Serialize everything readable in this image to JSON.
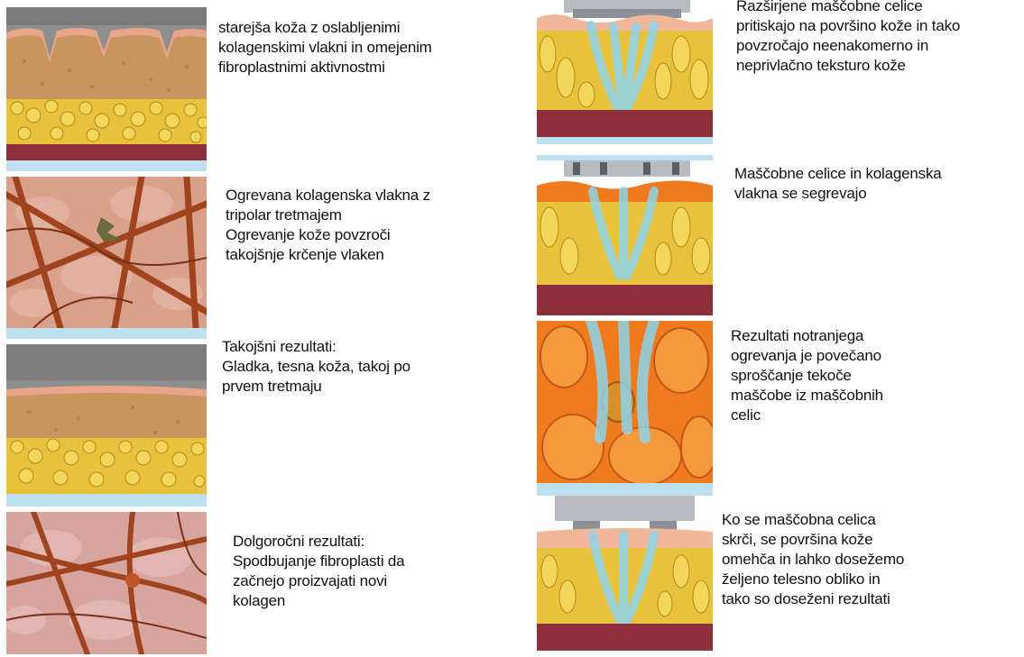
{
  "left_column": [
    {
      "id": "aged-skin",
      "illustration": "aged-skin-cross-section",
      "lines": [
        "starejša koža z oslabljenimi",
        "kolagenskimi vlakni in omejenim",
        "fibroplastnimi aktivnostmi"
      ]
    },
    {
      "id": "heated-collagen",
      "illustration": "collagen-fiber-network",
      "lines": [
        "Ogrevana kolagenska vlakna z",
        "tripolar  tretmajem",
        "Ogrevanje kože povzroči",
        "takojšnje krčenje vlaken"
      ]
    },
    {
      "id": "immediate-results",
      "illustration": "smooth-skin-cross-section",
      "lines": [
        "Takojšni rezultati:",
        "Gladka, tesna koža, takoj po",
        "prvem tretmaju"
      ]
    },
    {
      "id": "long-term-results",
      "illustration": "fibroblast-network",
      "lines": [
        "Dolgoročni rezultati:",
        "Spodbujanje fibroplasti da",
        "začnejo proizvajati novi",
        "kolagen"
      ]
    }
  ],
  "right_column": [
    {
      "id": "enlarged-fat-cells",
      "illustration": "applicator-on-fat-layer",
      "lines": [
        "Razširjene maščobne celice",
        "pritiskajo na površino kože in tako",
        "povzročajo neenakomerno in",
        "neprivlačno teksturo kože"
      ]
    },
    {
      "id": "heating",
      "illustration": "applicator-heating-fat",
      "lines": [
        "Maščobne celice in kolagenska",
        "vlakna se segrevajo"
      ]
    },
    {
      "id": "fat-release",
      "illustration": "fat-cells-closeup",
      "lines": [
        "Rezultati notranjega",
        "ogrevanja je povečano",
        "sproščanje tekoče",
        "maščobe iz maščobnih",
        "celic"
      ]
    },
    {
      "id": "fat-shrinks",
      "illustration": "applicator-reduced-fat",
      "lines": [
        "Ko se maščobna celica",
        "skrči, se površina kože",
        "omehča in lahko dosežemo",
        "željeno  telesno obliko in",
        "tako so doseženi rezultati"
      ]
    }
  ],
  "colors": {
    "skin_top": "#e9a58a",
    "epidermis": "#f0b79a",
    "dermis": "#c9955e",
    "fat": "#e8c23a",
    "fat_dark": "#b8861c",
    "muscle": "#8c2f3a",
    "separator": "#bfe0ee",
    "fiber": "#a0441f",
    "heat_orange": "#f07b1e",
    "energy_blue": "#8fd4ea",
    "metal": "#b8bcc0"
  }
}
